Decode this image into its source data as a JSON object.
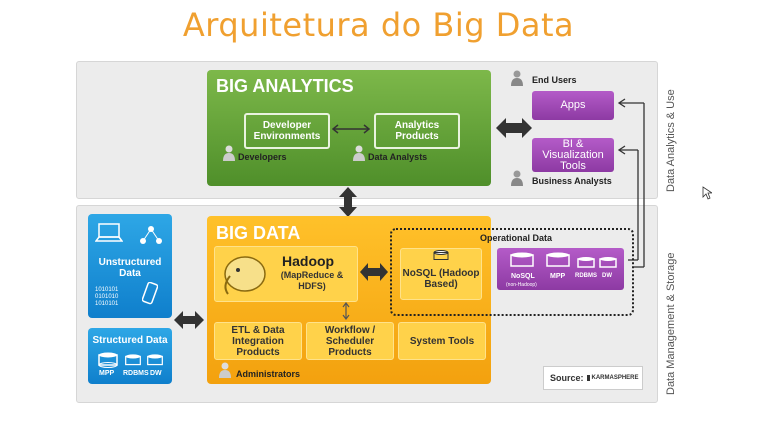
{
  "title": "Arquitetura do Big Data",
  "side_labels": {
    "top": "Data Analytics & Use",
    "bottom": "Data Management & Storage"
  },
  "analytics": {
    "title": "BIG ANALYTICS",
    "developer_env": "Developer Environments",
    "analytics_products": "Analytics Products",
    "developers": "Developers",
    "data_analysts": "Data Analysts"
  },
  "use": {
    "end_users": "End Users",
    "apps": "Apps",
    "bi_tools": "BI & Visualization Tools",
    "business_analysts": "Business Analysts"
  },
  "unstructured": {
    "label": "Unstructured Data",
    "binary": "1010101\n0101010\n1010101"
  },
  "structured": {
    "label": "Structured Data",
    "db1": "MPP",
    "db2": "RDBMS",
    "db3": "DW"
  },
  "bigdata": {
    "title": "BIG DATA",
    "hadoop": "Hadoop",
    "hadoop_sub": "(MapReduce & HDFS)",
    "nosql": "NoSQL (Hadoop Based)",
    "etl": "ETL & Data Integration Products",
    "workflow": "Workflow / Scheduler Products",
    "system": "System Tools",
    "administrators": "Administrators"
  },
  "operational": {
    "label": "Operational Data",
    "nosql": "NoSQL",
    "nosql_sub": "(non-Hadoop)",
    "mpp": "MPP",
    "rdbms": "RDBMS",
    "dw": "DW"
  },
  "source": {
    "prefix": "Source:",
    "brand": "KARMASPHERE"
  }
}
